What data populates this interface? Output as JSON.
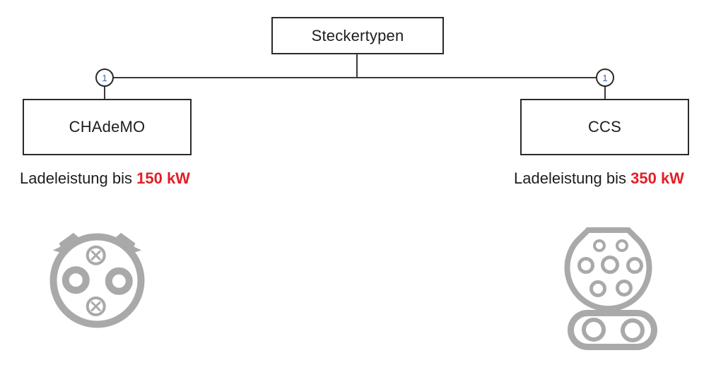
{
  "diagram": {
    "title": "Steckertypen",
    "index_marker": "1",
    "nodes": {
      "left": {
        "name": "CHAdeMO",
        "caption_prefix": "Ladeleistung bis ",
        "caption_value": "150 kW"
      },
      "right": {
        "name": "CCS",
        "caption_prefix": "Ladeleistung bis ",
        "caption_value": "350 kW"
      }
    },
    "icons": {
      "left": "chademo-connector-icon",
      "right": "ccs-combo-connector-icon"
    },
    "colors": {
      "text": "#1d1d1b",
      "accent_red": "#e41e26",
      "line": "#3a3a3a",
      "icon_gray": "#a9a9a9",
      "index_blue": "#3d64ae"
    }
  }
}
